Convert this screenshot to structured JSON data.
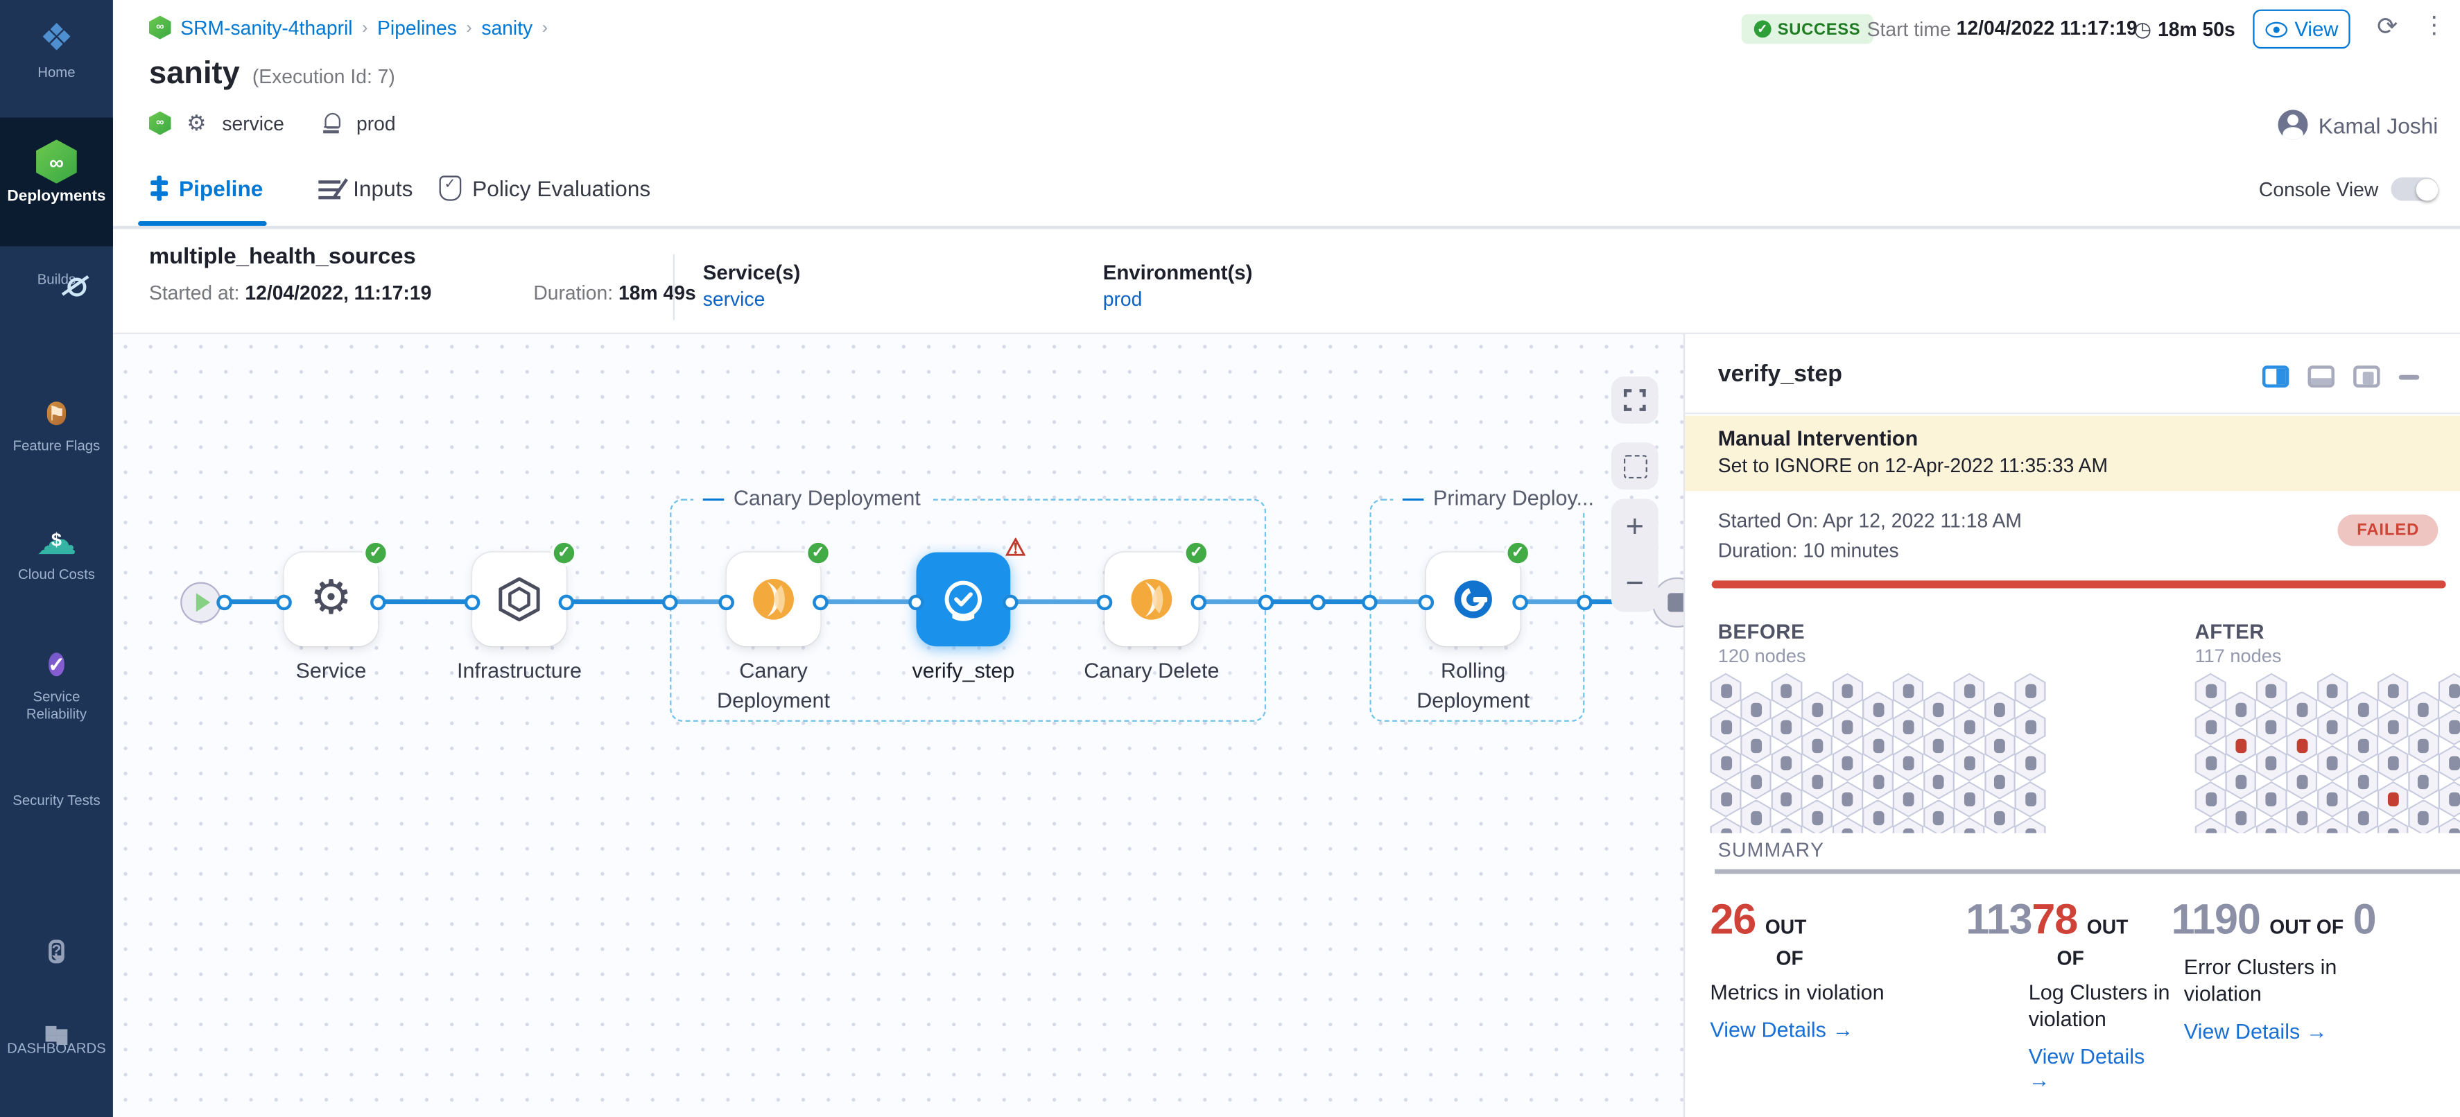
{
  "colors": {
    "primary_blue": "#0278d5",
    "success_green": "#42ab45",
    "failed_red": "#cf4437",
    "banner_yellow": "#fcf4d9",
    "sidebar_navy": "#1d3457",
    "node_blue": "#1a91eb",
    "violation_red": "#cf4237",
    "neutral_gray_num": "#8b90a7"
  },
  "sidebar": {
    "items": [
      {
        "label": "Home",
        "icon": "home-icon"
      },
      {
        "label": "Deployments",
        "icon": "deployments-icon",
        "active": true
      },
      {
        "label": "Builds",
        "icon": "builds-icon"
      },
      {
        "label": "Feature Flags",
        "icon": "flag-icon"
      },
      {
        "label": "Cloud Costs",
        "icon": "cloud-dollar-icon"
      },
      {
        "label": "Service Reliability",
        "icon": "reliability-icon"
      },
      {
        "label": "Security Tests",
        "icon": "shield-icon"
      },
      {
        "label": "",
        "icon": "chat-icon"
      },
      {
        "label": "DASHBOARDS",
        "icon": "grid-icon"
      }
    ]
  },
  "header": {
    "breadcrumb": {
      "project": "SRM-sanity-4thapril",
      "section": "Pipelines",
      "page": "sanity",
      "chevron": "›"
    },
    "status": "SUCCESS",
    "start_time_label": "Start time",
    "start_time": "12/04/2022 11:17:19",
    "duration": "18m 50s",
    "view_button": "View",
    "title": "sanity",
    "execution_id": "(Execution Id: 7)",
    "tag_service": "service",
    "tag_env": "prod",
    "user": "Kamal Joshi"
  },
  "tabs": {
    "pipeline": "Pipeline",
    "inputs": "Inputs",
    "policy": "Policy Evaluations",
    "console_toggle_label": "Console View"
  },
  "run_info": {
    "name": "multiple_health_sources",
    "started_label": "Started at:",
    "started": "12/04/2022, 11:17:19",
    "duration_label": "Duration:",
    "duration": "18m 49s",
    "services_label": "Service(s)",
    "services_value": "service",
    "env_label": "Environment(s)",
    "env_value": "prod"
  },
  "pipeline": {
    "groups": [
      {
        "label": "Canary Deployment"
      },
      {
        "label": "Primary Deploy..."
      }
    ],
    "nodes": {
      "service": {
        "label": "Service",
        "status": "success"
      },
      "infrastructure": {
        "label": "Infrastructure",
        "status": "success"
      },
      "canary_deployment": {
        "label": "Canary Deployment",
        "status": "success"
      },
      "verify_step": {
        "label": "verify_step",
        "status": "warning",
        "selected": true
      },
      "canary_delete": {
        "label": "Canary Delete",
        "status": "success"
      },
      "rolling_deployment": {
        "label": "Rolling Deployment",
        "status": "success"
      }
    }
  },
  "panel": {
    "title": "verify_step",
    "banner_title": "Manual Intervention",
    "banner_text": "Set to IGNORE on 12-Apr-2022 11:35:33 AM",
    "started_on": "Started On: Apr 12, 2022 11:18 AM",
    "duration": "Duration: 10 minutes",
    "status": "FAILED",
    "before": {
      "label": "BEFORE",
      "sublabel": "120 nodes"
    },
    "after": {
      "label": "AFTER",
      "sublabel": "117 nodes"
    },
    "nodegrid": {
      "cols": 11,
      "rows": 5,
      "before_overrides": [],
      "after_overrides": [
        {
          "col": 10,
          "row": 1,
          "color": "green"
        },
        {
          "col": 2,
          "row": 2,
          "color": "red"
        },
        {
          "col": 4,
          "row": 2,
          "color": "red"
        },
        {
          "col": 7,
          "row": 4,
          "color": "red"
        }
      ]
    },
    "summary": {
      "heading": "SUMMARY",
      "metrics": {
        "value": "26",
        "out": "OUT",
        "of": "OF",
        "label": "Metrics in violation",
        "link": "View Details",
        "arrow": "→"
      },
      "logs": {
        "value_prefix": "113",
        "value_violated": "78",
        "out": "OUT",
        "of": "OF",
        "label": "Log Clusters in violation",
        "link": "View Details",
        "arrow": "→"
      },
      "errors": {
        "value": "1190",
        "out_of": "OUT OF",
        "total": "0",
        "label": "Error Clusters in violation",
        "link": "View Details",
        "arrow": "→"
      }
    }
  }
}
